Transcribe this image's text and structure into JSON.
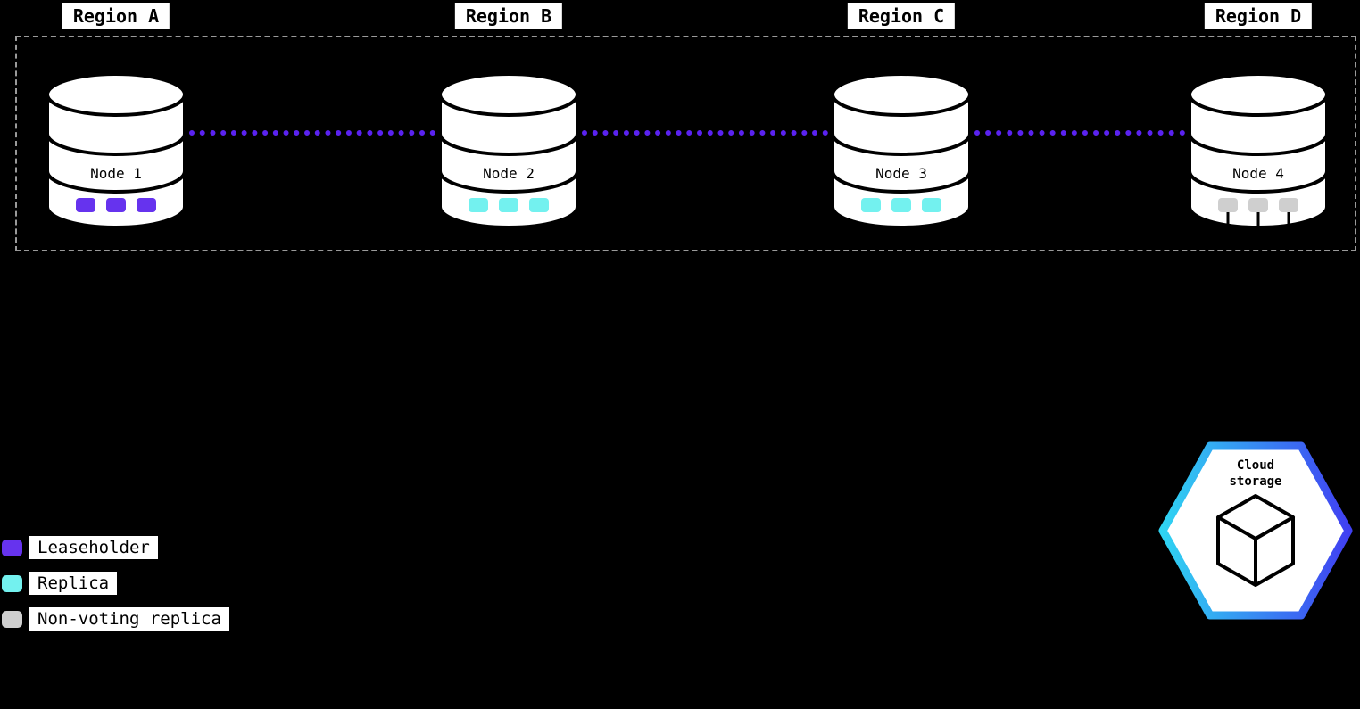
{
  "regions": [
    {
      "label": "Region A"
    },
    {
      "label": "Region B"
    },
    {
      "label": "Region C"
    },
    {
      "label": "Region D"
    }
  ],
  "nodes": [
    {
      "label": "Node 1",
      "replica_type": "leaseholder"
    },
    {
      "label": "Node 2",
      "replica_type": "replica"
    },
    {
      "label": "Node 3",
      "replica_type": "replica"
    },
    {
      "label": "Node 4",
      "replica_type": "non-voting-replica"
    }
  ],
  "legend": {
    "items": [
      {
        "label": "Leaseholder"
      },
      {
        "label": "Replica"
      },
      {
        "label": "Non-voting replica"
      }
    ]
  },
  "cloud_storage": {
    "line1": "Cloud",
    "line2": "storage"
  },
  "colors": {
    "leaseholder": "#6633ee",
    "replica": "#73f1ef",
    "non_voting": "#cfcfcf",
    "connector": "#5a22f0",
    "hex_gradient_start": "#2fd4f2",
    "hex_gradient_end": "#4040f2"
  }
}
